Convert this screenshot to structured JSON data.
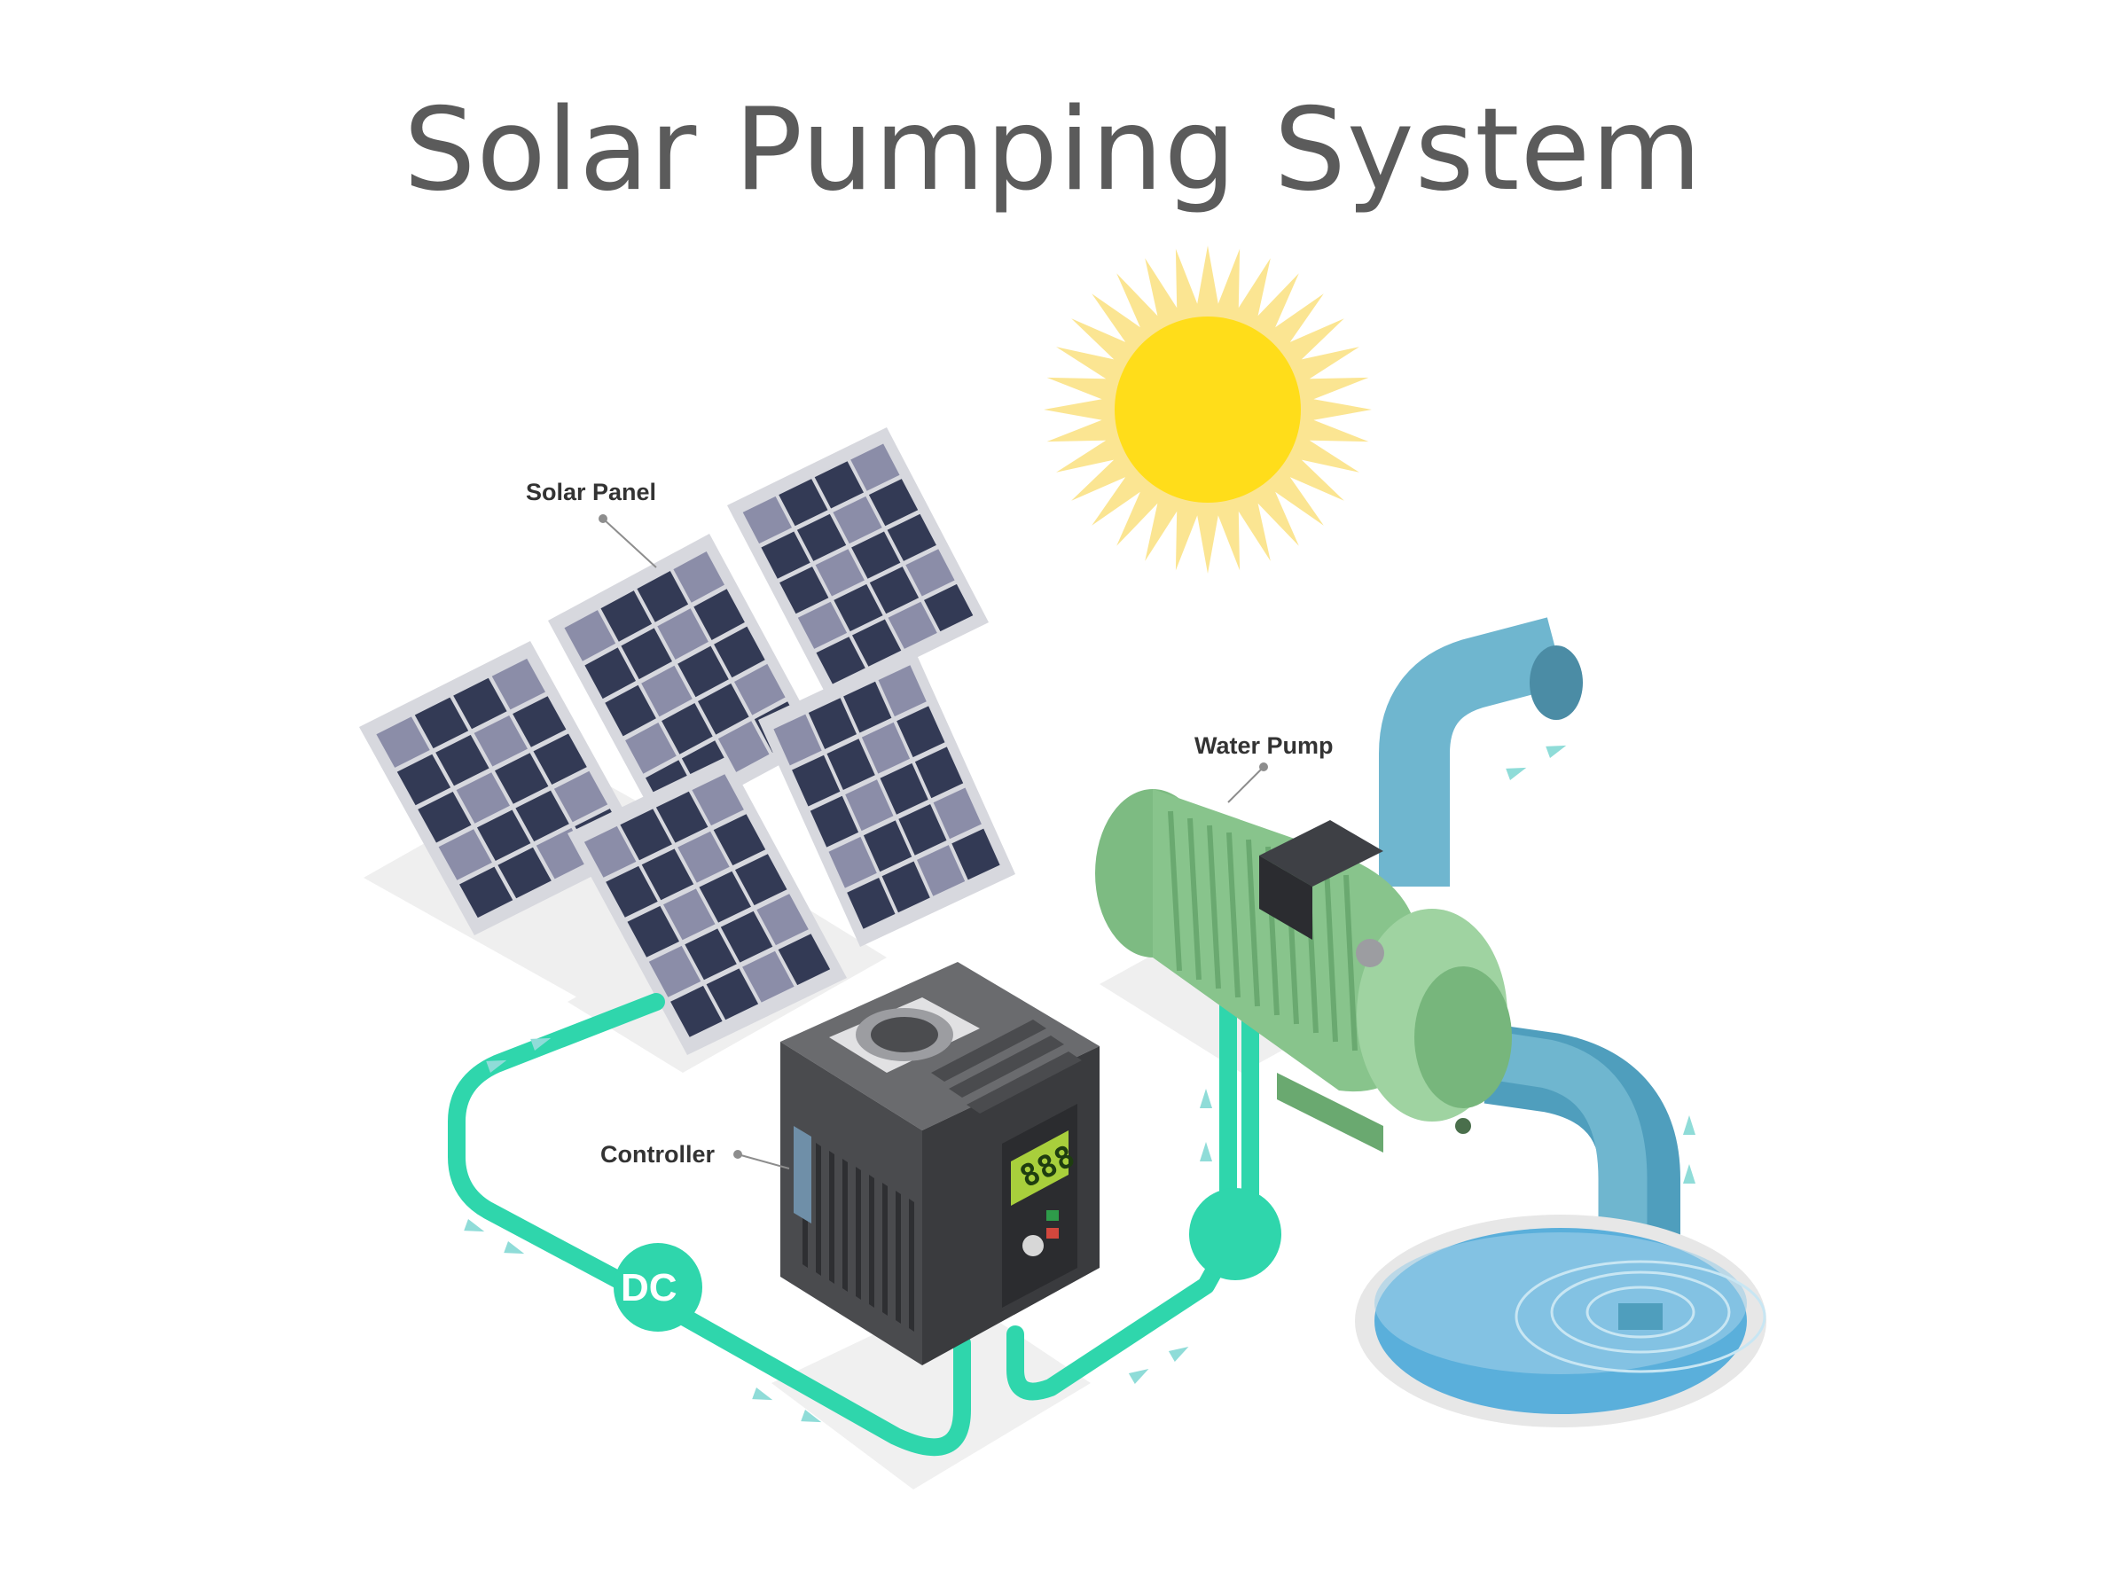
{
  "title": "Solar Pumping System",
  "labels": {
    "solar_panel": "Solar Panel",
    "water_pump": "Water Pump",
    "controller": "Controller",
    "dc": "DC",
    "display": "888"
  },
  "colors": {
    "title": "#5b5b5b",
    "wire": "#2fd6ac",
    "sun": "#ffdd1a",
    "sun_rays": "#fbe592",
    "panel_cell": "#333a55",
    "panel_frame": "#d7d8de",
    "pump_body": "#88c48c",
    "pipe": "#6fb6cf",
    "water": "#5aafdb",
    "controller_body": "#4a4b4e",
    "arrow": "#8fdcd8"
  },
  "icons": [
    "sun-icon",
    "solar-panel-icon",
    "controller-icon",
    "water-pump-icon",
    "pipe-icon",
    "well-icon",
    "flow-arrow-icon"
  ]
}
